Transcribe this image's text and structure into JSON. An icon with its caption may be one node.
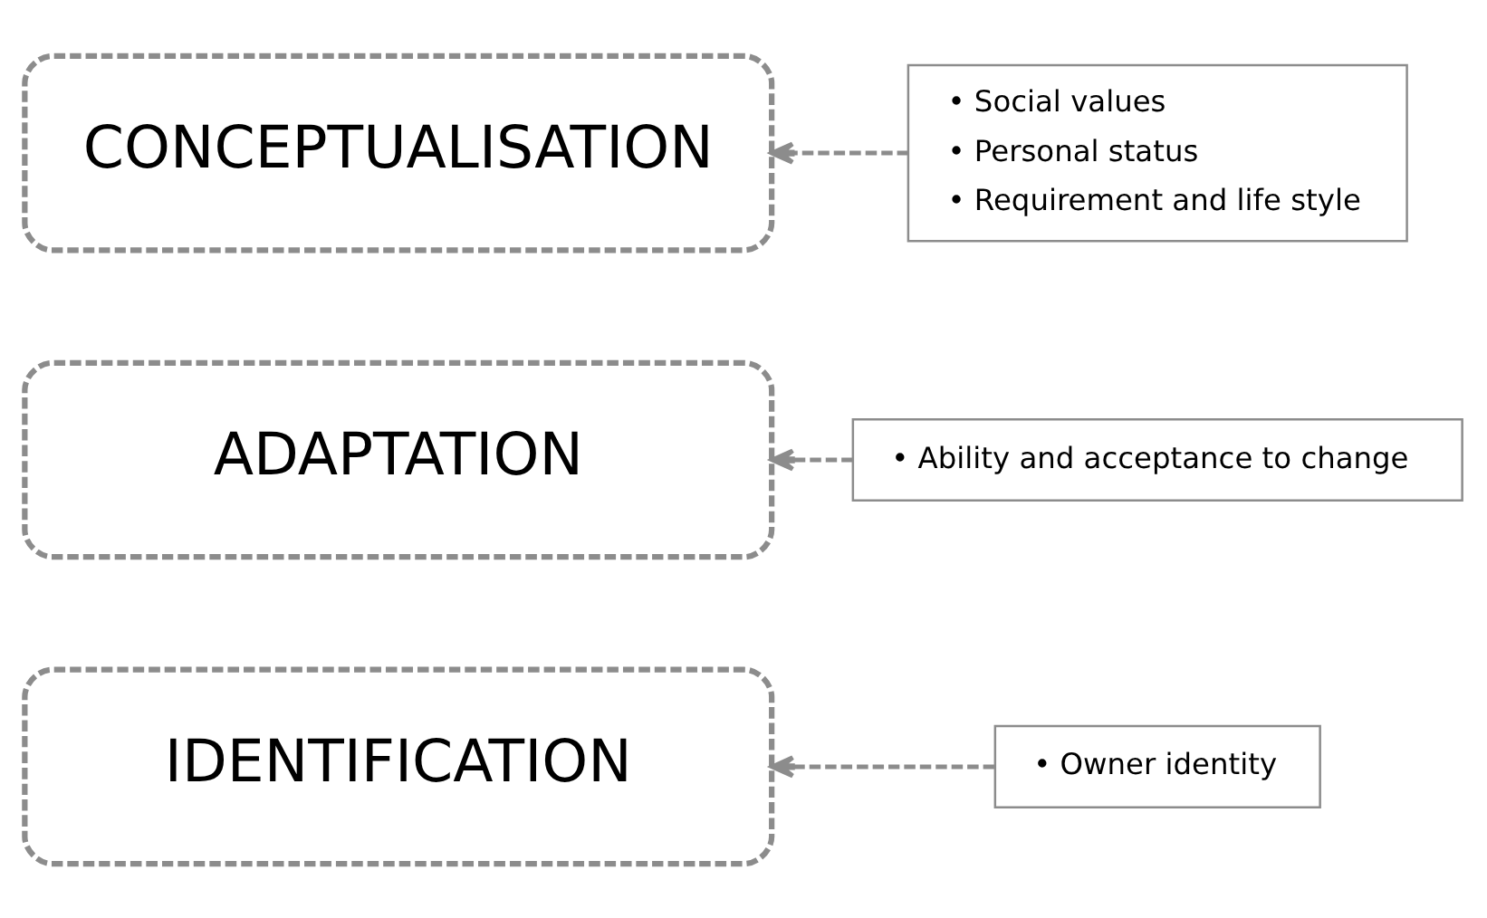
{
  "diagram": {
    "nodes": [
      {
        "text": [
          "CONCEPTUALISATION"
        ]
      },
      {
        "text": [
          "• Social values",
          "• Personal status",
          "• Requirement and life style"
        ]
      },
      {
        "text": [
          "ADAPTATION"
        ]
      },
      {
        "text": [
          "• Ability and acceptance to change"
        ]
      },
      {
        "text": [
          "IDENTIFICATION"
        ]
      },
      {
        "text": [
          "• Owner identity"
        ]
      }
    ],
    "edges": [
      {
        "from": 1,
        "to": 0,
        "arrow": "to",
        "style": "dashed"
      },
      {
        "from": 3,
        "to": 2,
        "arrow": "to",
        "style": "dashed"
      },
      {
        "from": 5,
        "to": 4,
        "arrow": "to",
        "style": "dashed"
      }
    ]
  }
}
